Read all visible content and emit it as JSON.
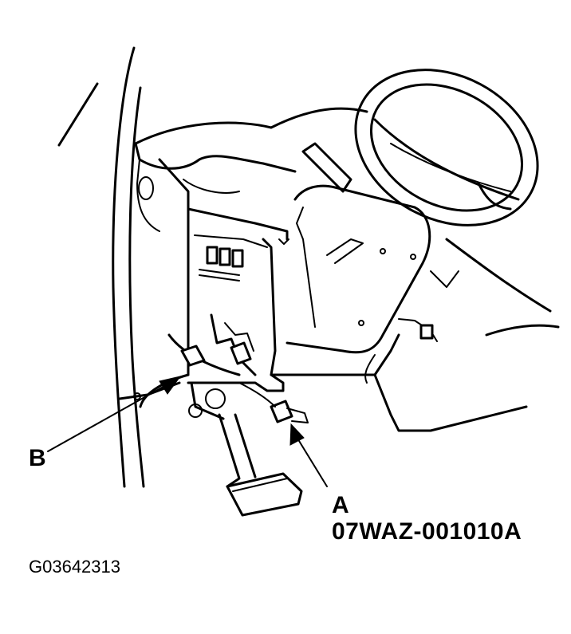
{
  "callouts": {
    "b_label": "B",
    "a_label": "A",
    "a_part_number": "07WAZ-001010A"
  },
  "figure": {
    "id": "G03642313"
  },
  "icons": [
    "steering-wheel-icon",
    "brake-pedal-icon",
    "connector-icon",
    "arrow-icon"
  ]
}
